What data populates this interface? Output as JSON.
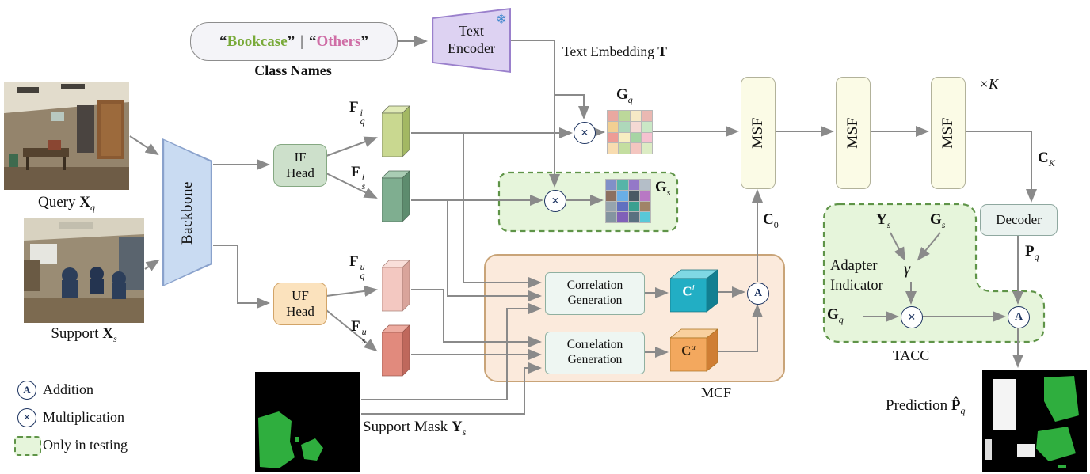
{
  "class_names": {
    "open": "“",
    "close": "”",
    "bookcase": "Bookcase",
    "others": "Others",
    "separator": "|",
    "label": "Class Names",
    "bookcase_color": "#79aa3a",
    "others_color": "#cf6ea6"
  },
  "text_encoder": {
    "line1": "Text",
    "line2": "Encoder",
    "snowflake": "❄"
  },
  "text_embedding": {
    "label": "Text Embedding",
    "var": "T"
  },
  "query": {
    "label": "Query",
    "var": "X",
    "sub": "q"
  },
  "support": {
    "label": "Support",
    "var": "X",
    "sub": "s"
  },
  "backbone": {
    "label": "Backbone"
  },
  "if_head": {
    "line1": "IF",
    "line2": "Head"
  },
  "uf_head": {
    "line1": "UF",
    "line2": "Head"
  },
  "features": {
    "f_qi": {
      "base": "F",
      "sup": "i",
      "sub": "q",
      "front": "#c9d890",
      "top": "#e0eab6",
      "side": "#a3b863"
    },
    "f_si": {
      "base": "F",
      "sup": "i",
      "sub": "s",
      "front": "#7fae90",
      "top": "#a9cdb4",
      "side": "#5d8c6e"
    },
    "f_qu": {
      "base": "F",
      "sup": "u",
      "sub": "q",
      "front": "#f3c8c1",
      "top": "#f9dfda",
      "side": "#d9a49b"
    },
    "f_su": {
      "base": "F",
      "sup": "u",
      "sub": "s",
      "front": "#e18a7d",
      "top": "#edaca1",
      "side": "#bf685c"
    }
  },
  "g_q": {
    "base": "G",
    "sub": "q",
    "cells": [
      "#e9a8a0",
      "#bcd89a",
      "#f6e9c6",
      "#eab8b2",
      "#f2cf92",
      "#aed8ba",
      "#f4d9d4",
      "#cae8c6",
      "#ee9c96",
      "#f8eec2",
      "#a6d4a4",
      "#f6c2d0",
      "#f8dcb0",
      "#c4dea0",
      "#f4c6c0",
      "#dcecc4"
    ]
  },
  "g_s": {
    "base": "G",
    "sub": "s",
    "cells": [
      "#8090c8",
      "#56b4a8",
      "#9478c8",
      "#b4bec8",
      "#8c7060",
      "#6aaee6",
      "#4a5a64",
      "#b878c4",
      "#96a4ae",
      "#6070c0",
      "#3aa090",
      "#a08468",
      "#8494a0",
      "#8060b8",
      "#5a7080",
      "#58c8d8"
    ]
  },
  "msf": {
    "label": "MSF",
    "repeat": "×K"
  },
  "c_k": {
    "base": "C",
    "sub": "K"
  },
  "c_0": {
    "base": "C",
    "sub": "0"
  },
  "decoder": {
    "label": "Decoder"
  },
  "p_q": {
    "base": "P",
    "sub": "q"
  },
  "mcf": {
    "label": "MCF",
    "corr1": {
      "line1": "Correlation",
      "line2": "Generation"
    },
    "corr2": {
      "line1": "Correlation",
      "line2": "Generation"
    },
    "c_i": {
      "base": "C",
      "sup": "i",
      "front": "#22aec4",
      "top": "#7fd8e4",
      "side": "#127f91"
    },
    "c_u": {
      "base": "C",
      "sup": "u",
      "front": "#f3a85e",
      "top": "#f9d09e",
      "side": "#cf7e34"
    }
  },
  "support_mask": {
    "label": "Support Mask",
    "var": "Y",
    "sub": "s"
  },
  "tacc": {
    "label": "TACC",
    "adapter_line1": "Adapter",
    "adapter_line2": "Indicator",
    "gamma": "γ",
    "y_s": {
      "base": "Y",
      "sub": "s"
    },
    "g_s": {
      "base": "G",
      "sub": "s"
    },
    "g_q": {
      "base": "G",
      "sub": "q"
    }
  },
  "prediction": {
    "label": "Prediction",
    "var": "P̂",
    "sub": "q"
  },
  "operators": {
    "add": "A",
    "mult": "×"
  },
  "legend": {
    "addition": "Addition",
    "multiplication": "Multiplication",
    "only_testing": "Only in testing"
  },
  "colors": {
    "mask_green": "#2fae3e",
    "region_green_fill": "#e6f5db",
    "region_green_border": "#5f9448",
    "arrow": "#8a8a8a",
    "operator_blue": "#1d3461",
    "mcf_fill": "#fbeadc",
    "mcf_border": "#c9a478"
  }
}
